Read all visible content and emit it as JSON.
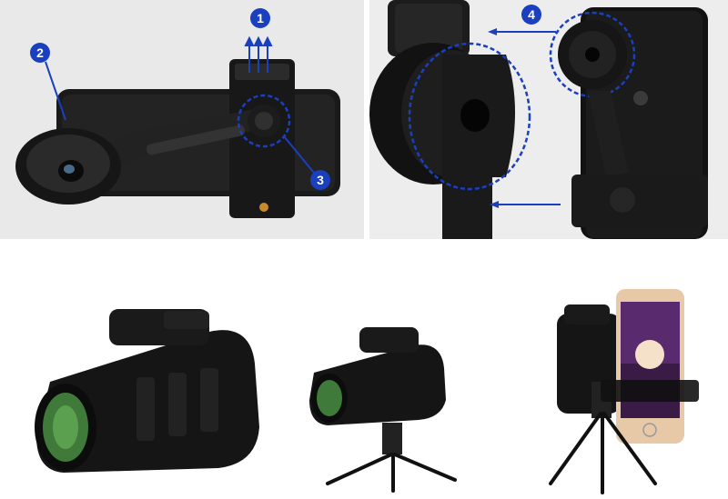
{
  "callouts": {
    "one": "1",
    "two": "2",
    "three": "3",
    "four": "4"
  },
  "colors": {
    "accent_blue": "#1a3fbf",
    "device_black": "#151515",
    "lens_green": "#3f7a3a"
  }
}
